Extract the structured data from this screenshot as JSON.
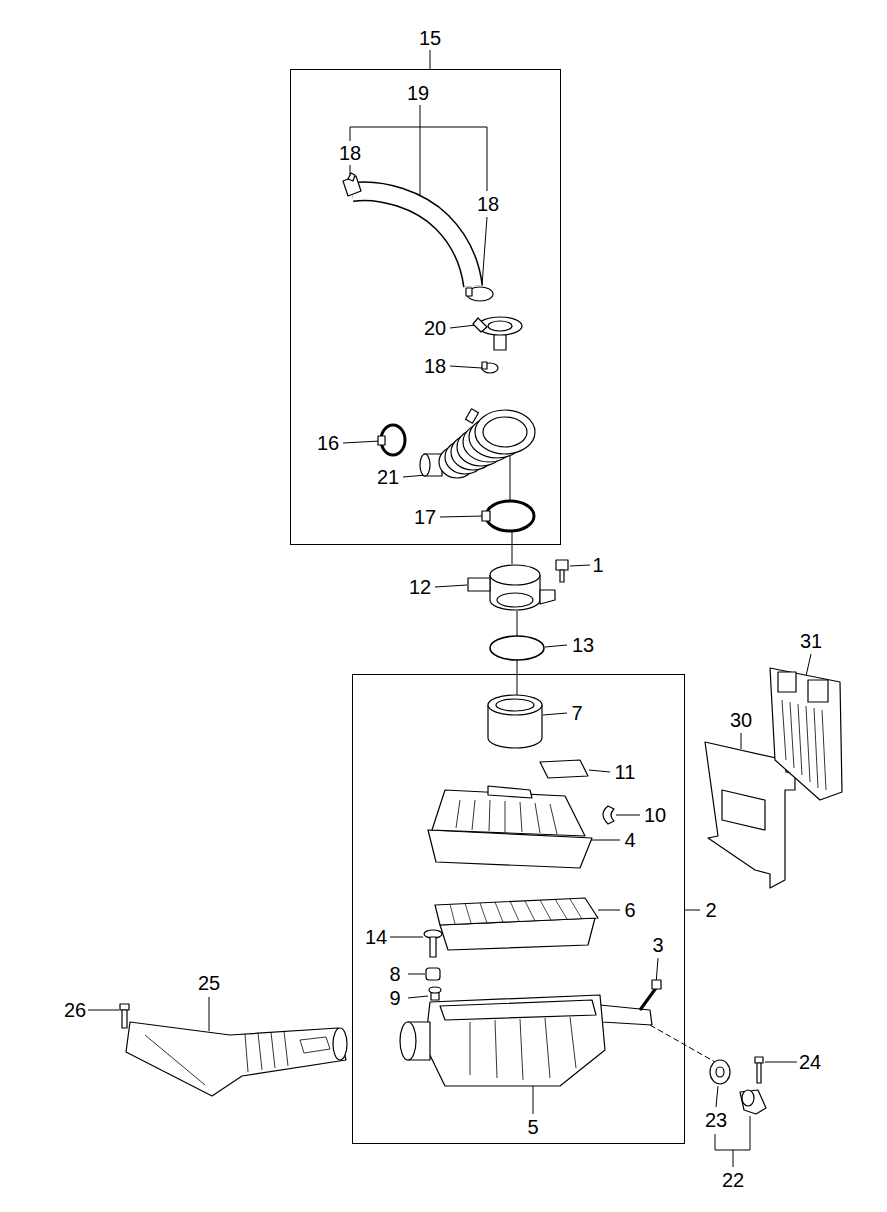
{
  "diagram": {
    "nodes": [
      {
        "text": [
          "15"
        ]
      },
      {
        "text": [
          "2"
        ]
      }
    ],
    "labels": [
      "19",
      "18",
      "18",
      "20",
      "18",
      "16",
      "21",
      "17",
      "12",
      "1",
      "13",
      "7",
      "11",
      "10",
      "4",
      "6",
      "14",
      "3",
      "8",
      "9",
      "5",
      "31",
      "30",
      "25",
      "26",
      "24",
      "23",
      "22"
    ]
  }
}
